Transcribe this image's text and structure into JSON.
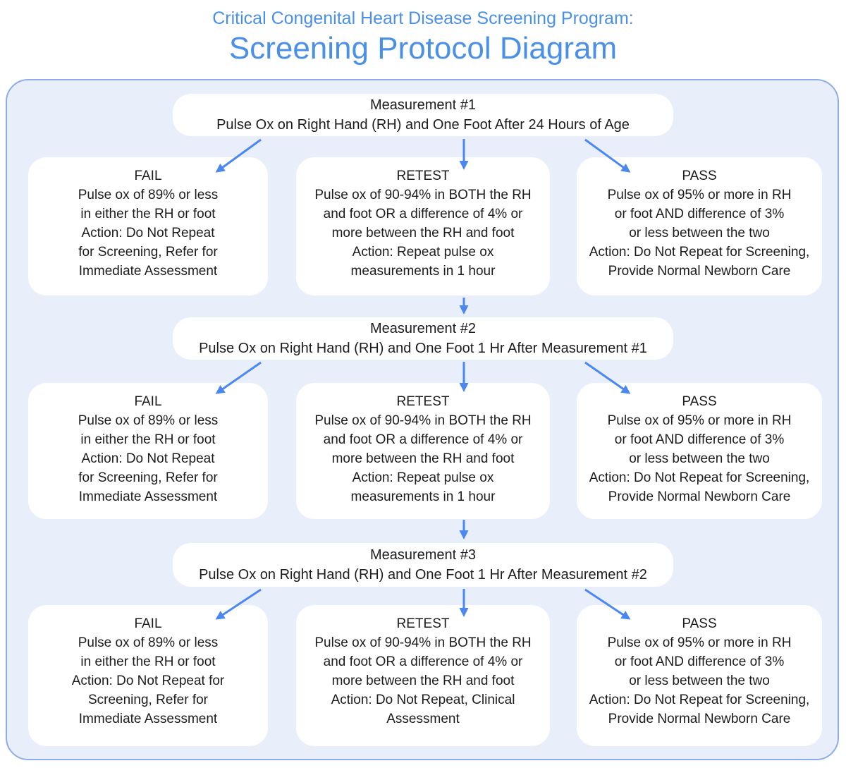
{
  "page_title": {
    "line1": "Critical Congenital Heart Disease Screening Program:",
    "line2": "Screening Protocol Diagram"
  },
  "colors": {
    "title_blue": "#4a90e6",
    "arrow_blue": "#4b87f0",
    "panel_background": "#e9eefb",
    "panel_border": "#8cade9",
    "box_background": "#ffffff",
    "text": "#1c1c1e"
  },
  "flow": {
    "measurements": [
      {
        "heading": "Measurement #1",
        "subheading": "Pulse Ox on Right Hand (RH) and One Foot After 24 Hours of Age",
        "outcomes": {
          "fail": {
            "label": "FAIL",
            "body": "Pulse ox of 89% or less\nin either the RH or foot\nAction: Do Not Repeat\nfor Screening, Refer for\nImmediate Assessment"
          },
          "retest": {
            "label": "RETEST",
            "body": "Pulse ox of 90-94% in BOTH the RH\nand foot OR a difference of 4% or\nmore between the RH and foot\nAction: Repeat pulse ox\nmeasurements in 1 hour"
          },
          "pass": {
            "label": "PASS",
            "body": "Pulse ox of 95% or more in RH\nor foot AND difference of 3%\nor less between the two\nAction: Do Not Repeat for Screening,\nProvide Normal Newborn Care"
          }
        }
      },
      {
        "heading": "Measurement #2",
        "subheading": "Pulse Ox on Right Hand (RH) and One Foot 1 Hr After Measurement #1",
        "outcomes": {
          "fail": {
            "label": "FAIL",
            "body": "Pulse ox of 89% or less\nin either the RH or foot\nAction: Do Not Repeat\nfor Screening, Refer for\nImmediate Assessment"
          },
          "retest": {
            "label": "RETEST",
            "body": "Pulse ox of 90-94% in BOTH the RH\nand foot OR a difference of 4% or\nmore between the RH and foot\nAction: Repeat pulse ox\nmeasurements in 1 hour"
          },
          "pass": {
            "label": "PASS",
            "body": "Pulse ox of 95% or more in RH\nor foot AND difference of 3%\nor less between the two\nAction: Do Not Repeat for Screening,\nProvide Normal Newborn Care"
          }
        }
      },
      {
        "heading": "Measurement #3",
        "subheading": "Pulse Ox on Right Hand (RH) and One Foot 1 Hr After Measurement #2",
        "outcomes": {
          "fail": {
            "label": "FAIL",
            "body": "Pulse ox of 89% or less\nin either the RH or foot\nAction: Do Not Repeat for\nScreening, Refer for\nImmediate Assessment"
          },
          "retest": {
            "label": "RETEST",
            "body": "Pulse ox of 90-94% in BOTH the RH\nand foot OR a difference of 4% or\nmore between the RH and foot\nAction: Do Not Repeat, Clinical\nAssessment"
          },
          "pass": {
            "label": "PASS",
            "body": "Pulse ox of 95% or more in RH\nor foot AND difference of 3%\nor less between the two\nAction: Do Not Repeat for Screening,\nProvide Normal Newborn Care"
          }
        }
      }
    ]
  }
}
